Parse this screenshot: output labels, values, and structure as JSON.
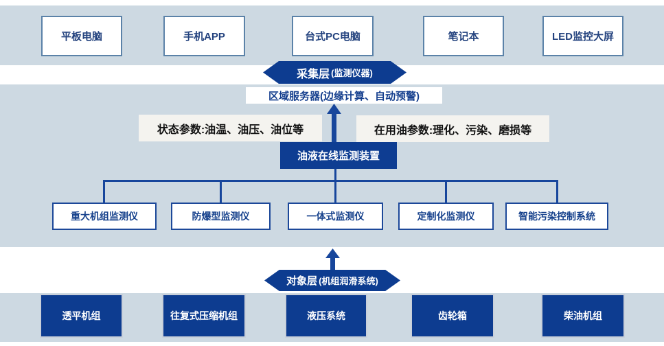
{
  "colors": {
    "band_background": "#cdd9e2",
    "navy_fill": "#0d3c90",
    "connector_line": "#17469c",
    "terminal_box_border": "#5b82a8",
    "monitor_box_border": "#1c4899",
    "param_label_background": "#f4f3ef"
  },
  "terminal_layer": {
    "items": [
      "平板电脑",
      "手机APP",
      "台式PC电脑",
      "笔记本",
      "LED监控大屏"
    ]
  },
  "collection_layer": {
    "badge": {
      "title": "采集层",
      "subtitle": "(监测仪器)"
    },
    "server_label": "区域服务器(边缘计算、自动预警)",
    "left_param_label": "状态参数:油温、油压、油位等",
    "right_param_label": "在用油参数:理化、污染、磨损等",
    "device_label": "油液在线监测装置",
    "monitors": [
      "重大机组监测仪",
      "防爆型监测仪",
      "一体式监测仪",
      "定制化监测仪",
      "智能污染控制系统"
    ]
  },
  "object_layer": {
    "badge": {
      "title": "对象层",
      "subtitle": "(机组润滑系统)"
    },
    "equipment": [
      "透平机组",
      "往复式压缩机组",
      "液压系统",
      "齿轮箱",
      "柴油机组"
    ]
  }
}
